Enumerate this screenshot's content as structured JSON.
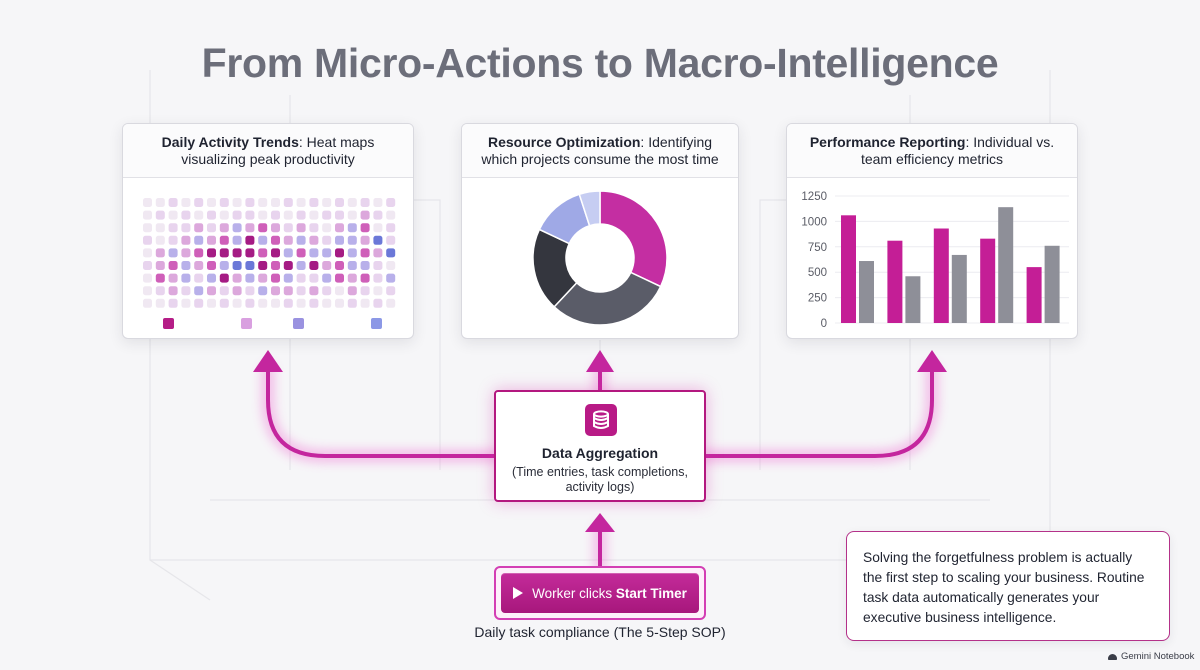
{
  "title": "From Micro-Actions to Macro-Intelligence",
  "cards": {
    "heatmap": {
      "title_bold": "Daily Activity Trends",
      "title_rest": ": Heat maps visualizing peak productivity",
      "colors": [
        "#f0e8f2",
        "#e8d4ee",
        "#dca8dc",
        "#b8b0ea",
        "#cf5fb9",
        "#a51b84",
        "#6b78d8"
      ],
      "rows": [
        [
          0,
          0,
          1,
          0,
          1,
          0,
          1,
          0,
          1,
          0,
          0,
          1,
          0,
          1,
          0,
          1,
          0,
          1,
          0,
          1
        ],
        [
          0,
          1,
          0,
          1,
          0,
          1,
          0,
          1,
          1,
          0,
          1,
          0,
          1,
          0,
          1,
          1,
          0,
          2,
          1,
          0
        ],
        [
          0,
          0,
          1,
          1,
          2,
          1,
          2,
          3,
          2,
          4,
          2,
          1,
          2,
          1,
          0,
          2,
          3,
          4,
          0,
          1
        ],
        [
          1,
          0,
          1,
          2,
          3,
          2,
          4,
          3,
          5,
          3,
          4,
          2,
          3,
          2,
          1,
          3,
          3,
          2,
          6,
          1
        ],
        [
          0,
          2,
          3,
          2,
          4,
          5,
          5,
          5,
          5,
          4,
          5,
          3,
          4,
          3,
          3,
          5,
          3,
          4,
          2,
          6
        ],
        [
          1,
          2,
          4,
          3,
          2,
          4,
          3,
          6,
          6,
          5,
          4,
          5,
          3,
          5,
          2,
          4,
          3,
          3,
          1,
          0
        ],
        [
          0,
          4,
          2,
          3,
          1,
          3,
          5,
          2,
          3,
          2,
          4,
          3,
          1,
          1,
          3,
          4,
          2,
          4,
          1,
          3
        ],
        [
          0,
          1,
          2,
          1,
          3,
          2,
          1,
          2,
          1,
          3,
          2,
          2,
          1,
          2,
          1,
          0,
          2,
          1,
          0,
          1
        ],
        [
          0,
          0,
          1,
          0,
          1,
          0,
          1,
          0,
          1,
          0,
          0,
          1,
          0,
          1,
          0,
          0,
          1,
          0,
          1,
          0
        ]
      ],
      "legend": [
        "#b51d87",
        "#d9a0e0",
        "#9a92e0",
        "#8c98e6"
      ]
    },
    "donut": {
      "title_bold": "Resource Optimization",
      "title_rest": ": Identifying which projects consume the most time"
    },
    "bar": {
      "title_bold": "Performance Reporting",
      "title_rest": ": Individual vs. team efficiency metrics"
    }
  },
  "chart_data": [
    {
      "type": "pie",
      "slices": [
        {
          "value": 32,
          "color": "#c42ea2"
        },
        {
          "value": 30,
          "color": "#5a5c68"
        },
        {
          "value": 20,
          "color": "#34363e"
        },
        {
          "value": 13,
          "color": "#9fa9e6"
        },
        {
          "value": 5,
          "color": "#c6cdf2"
        }
      ]
    },
    {
      "type": "bar",
      "categories": [
        "",
        "",
        "",
        "",
        ""
      ],
      "series": [
        {
          "values": [
            1060,
            810,
            930,
            830,
            550
          ],
          "color": "#c41e96"
        },
        {
          "values": [
            610,
            460,
            670,
            1140,
            760
          ],
          "color": "#8e8f98"
        }
      ],
      "ylim": [
        0,
        1250
      ],
      "yticks": [
        "1250",
        "1000",
        "750",
        "500",
        "250",
        "0"
      ]
    }
  ],
  "aggregation": {
    "title": "Data Aggregation",
    "desc": "(Time entries, task completions, activity logs)"
  },
  "timer": {
    "prefix": "Worker clicks ",
    "bold": "Start Timer"
  },
  "caption": "Daily task compliance (The 5-Step SOP)",
  "callout": "Solving the forgetfulness problem is actually the first step to scaling your business. Routine task data automatically generates your executive business intelligence.",
  "brand": "Gemini Notebook"
}
